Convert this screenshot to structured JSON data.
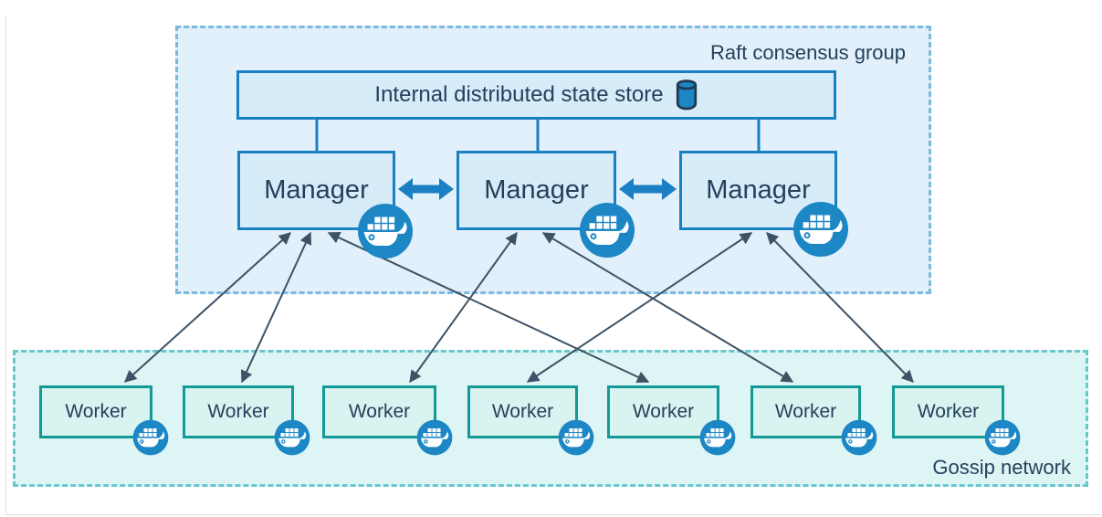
{
  "colors": {
    "accent_blue": "#1b7fc4",
    "box_blue_fill": "#d6ecf9",
    "raft_bg": "#e1f0fa",
    "raft_border": "#7cbade",
    "teal_border": "#149a96",
    "worker_fill": "#d9f3f1",
    "gossip_bg": "#def5f5",
    "gossip_border": "#69c7cb",
    "text_navy": "#24415c",
    "edge_gray": "#3d5265",
    "docker_blue": "#1d87c5"
  },
  "raft_group": {
    "label": "Raft consensus group",
    "state_store": {
      "label": "Internal distributed state store",
      "icon": "database-cylinder-icon"
    },
    "managers": [
      {
        "id": "manager-1",
        "label": "Manager",
        "icon": "docker-whale-icon"
      },
      {
        "id": "manager-2",
        "label": "Manager",
        "icon": "docker-whale-icon"
      },
      {
        "id": "manager-3",
        "label": "Manager",
        "icon": "docker-whale-icon"
      }
    ]
  },
  "gossip_network": {
    "label": "Gossip network",
    "workers": [
      {
        "id": "worker-1",
        "label": "Worker",
        "icon": "docker-whale-icon"
      },
      {
        "id": "worker-2",
        "label": "Worker",
        "icon": "docker-whale-icon"
      },
      {
        "id": "worker-3",
        "label": "Worker",
        "icon": "docker-whale-icon"
      },
      {
        "id": "worker-4",
        "label": "Worker",
        "icon": "docker-whale-icon"
      },
      {
        "id": "worker-5",
        "label": "Worker",
        "icon": "docker-whale-icon"
      },
      {
        "id": "worker-6",
        "label": "Worker",
        "icon": "docker-whale-icon"
      },
      {
        "id": "worker-7",
        "label": "Worker",
        "icon": "docker-whale-icon"
      }
    ]
  },
  "connections": {
    "state_store_to_managers": [
      "manager-1",
      "manager-2",
      "manager-3"
    ],
    "manager_peer_links": [
      {
        "from": "manager-1",
        "to": "manager-2",
        "style": "thick-double-headed-arrow"
      },
      {
        "from": "manager-2",
        "to": "manager-3",
        "style": "thick-double-headed-arrow"
      }
    ],
    "manager_worker_links": [
      {
        "manager": "manager-1",
        "worker": "worker-1",
        "style": "double-headed-arrow"
      },
      {
        "manager": "manager-1",
        "worker": "worker-2",
        "style": "double-headed-arrow"
      },
      {
        "manager": "manager-1",
        "worker": "worker-5",
        "style": "double-headed-arrow"
      },
      {
        "manager": "manager-2",
        "worker": "worker-3",
        "style": "double-headed-arrow"
      },
      {
        "manager": "manager-2",
        "worker": "worker-6",
        "style": "double-headed-arrow"
      },
      {
        "manager": "manager-3",
        "worker": "worker-4",
        "style": "double-headed-arrow"
      },
      {
        "manager": "manager-3",
        "worker": "worker-7",
        "style": "double-headed-arrow"
      }
    ]
  }
}
